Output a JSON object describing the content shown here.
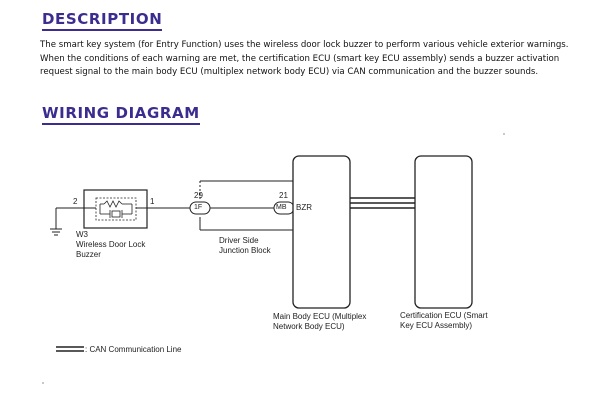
{
  "description": {
    "heading": "DESCRIPTION",
    "text": "The smart key system (for Entry Function) uses the wireless door lock buzzer to perform various vehicle exterior warnings. When the conditions of each warning are met, the certification ECU (smart key ECU assembly) sends a buzzer activation request signal to the main body ECU (multiplex network body ECU) via CAN communication and the buzzer sounds."
  },
  "wiring": {
    "heading": "WIRING DIAGRAM",
    "buzzer": {
      "code": "W3",
      "name_line1": "Wireless Door Lock",
      "name_line2": "Buzzer",
      "pin_left": "2",
      "pin_right": "1"
    },
    "junction_block": {
      "pin": "29",
      "connector": "1F",
      "name_line1": "Driver Side",
      "name_line2": "Junction Block"
    },
    "main_body_ecu": {
      "pin": "21",
      "connector": "MB",
      "terminal": "BZR",
      "name_line1": "Main Body ECU (Multiplex",
      "name_line2": "Network Body ECU)"
    },
    "certification_ecu": {
      "name_line1": "Certification ECU (Smart",
      "name_line2": "Key ECU Assembly)"
    },
    "legend": {
      "label": ": CAN Communication Line"
    }
  },
  "colors": {
    "heading": "#3a2d8f",
    "line": "#222222"
  }
}
